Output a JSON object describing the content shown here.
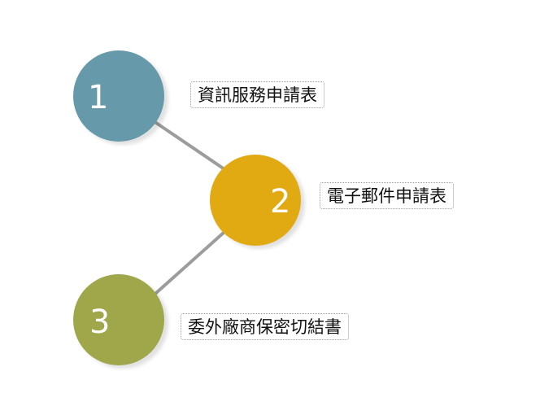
{
  "steps": [
    {
      "number": "1",
      "label": "資訊服務申請表",
      "color": "#6699aa"
    },
    {
      "number": "2",
      "label": "電子郵件申請表",
      "color": "#e2aa12"
    },
    {
      "number": "3",
      "label": "委外廠商保密切結書",
      "color": "#a0a64a"
    }
  ],
  "connector_color": "#9c9c9c"
}
